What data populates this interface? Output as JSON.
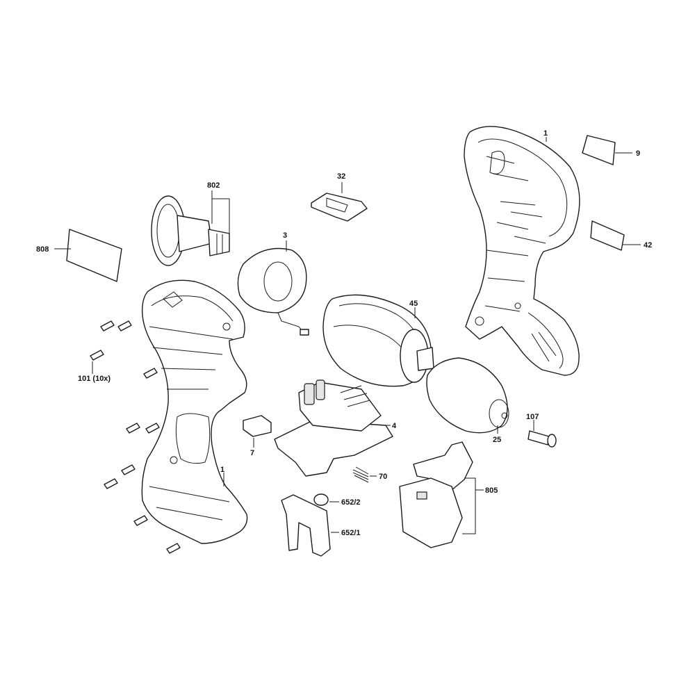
{
  "labels": {
    "l1_right": "1",
    "l9": "9",
    "l42": "42",
    "l32": "32",
    "l802": "802",
    "l808": "808",
    "l3": "3",
    "l45": "45",
    "l101": "101 (10x)",
    "l4": "4",
    "l7": "7",
    "l107": "107",
    "l25": "25",
    "l70": "70",
    "l1_left": "1",
    "l805": "805",
    "l652_2": "652/2",
    "l652_1": "652/1"
  }
}
